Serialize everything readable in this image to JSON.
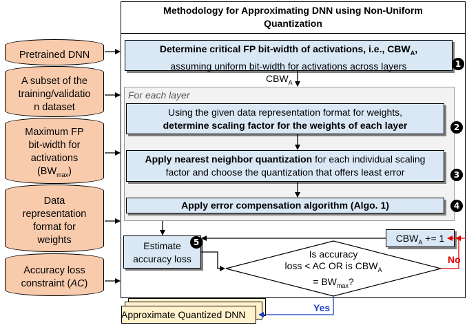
{
  "title_line1": "Methodology for Approximating DNN using Non-Uniform",
  "title_line2": "Quantization",
  "inputs": {
    "pretrained": "Pretrained DNN",
    "subset": [
      "A subset of the",
      "training/validatio",
      "n dataset"
    ],
    "max_fp": [
      "Maximum FP",
      "bit-width for",
      "activations",
      "(BW",
      "max",
      ")"
    ],
    "data_format": [
      "Data",
      "representation",
      "format for",
      "weights"
    ],
    "accuracy": [
      "Accuracy loss",
      "constraint (",
      "AC",
      ")"
    ]
  },
  "step1": {
    "bold": "Determine critical FP bit-width of activations, i.e., CBW",
    "bold_sub": "A",
    "bold_end": ",",
    "line2": "assuming uniform bit-width for activations across layers",
    "num": "1"
  },
  "cbwa_label": {
    "main": "CBW",
    "sub": "A"
  },
  "layer_label": "For each layer",
  "step2": {
    "line1": "Using the given data representation format for weights,",
    "line2_bold": "determine scaling factor for the weights of each layer",
    "num": "2"
  },
  "step3": {
    "bold": "Apply nearest neighbor quantization",
    "rest1": " for each individual scaling",
    "line2": "factor and choose the quantization that offers least error",
    "num": "3"
  },
  "step4": {
    "bold": "Apply error compensation algorithm (Algo. 1)",
    "num": "4"
  },
  "estimate": {
    "line1": "Estimate",
    "line2": "accuracy loss",
    "num": "5"
  },
  "increment": {
    "main": "CBW",
    "sub": "A",
    "op": " += 1"
  },
  "decision": {
    "line1": "Is accuracy",
    "line2_a": "loss < AC OR is CBW",
    "line2_sub": "A",
    "line3_a": "= BW",
    "line3_sub": "max",
    "line3_end": "?"
  },
  "no_label": "No",
  "yes_label": "Yes",
  "output_label": "Approximate Quantized DNN",
  "colors": {
    "input_fill": "#f8cbad",
    "process_fill": "#dae8f6",
    "output_fill": "#fff2cc",
    "no": "#e00000",
    "yes": "#1f3fbf"
  }
}
